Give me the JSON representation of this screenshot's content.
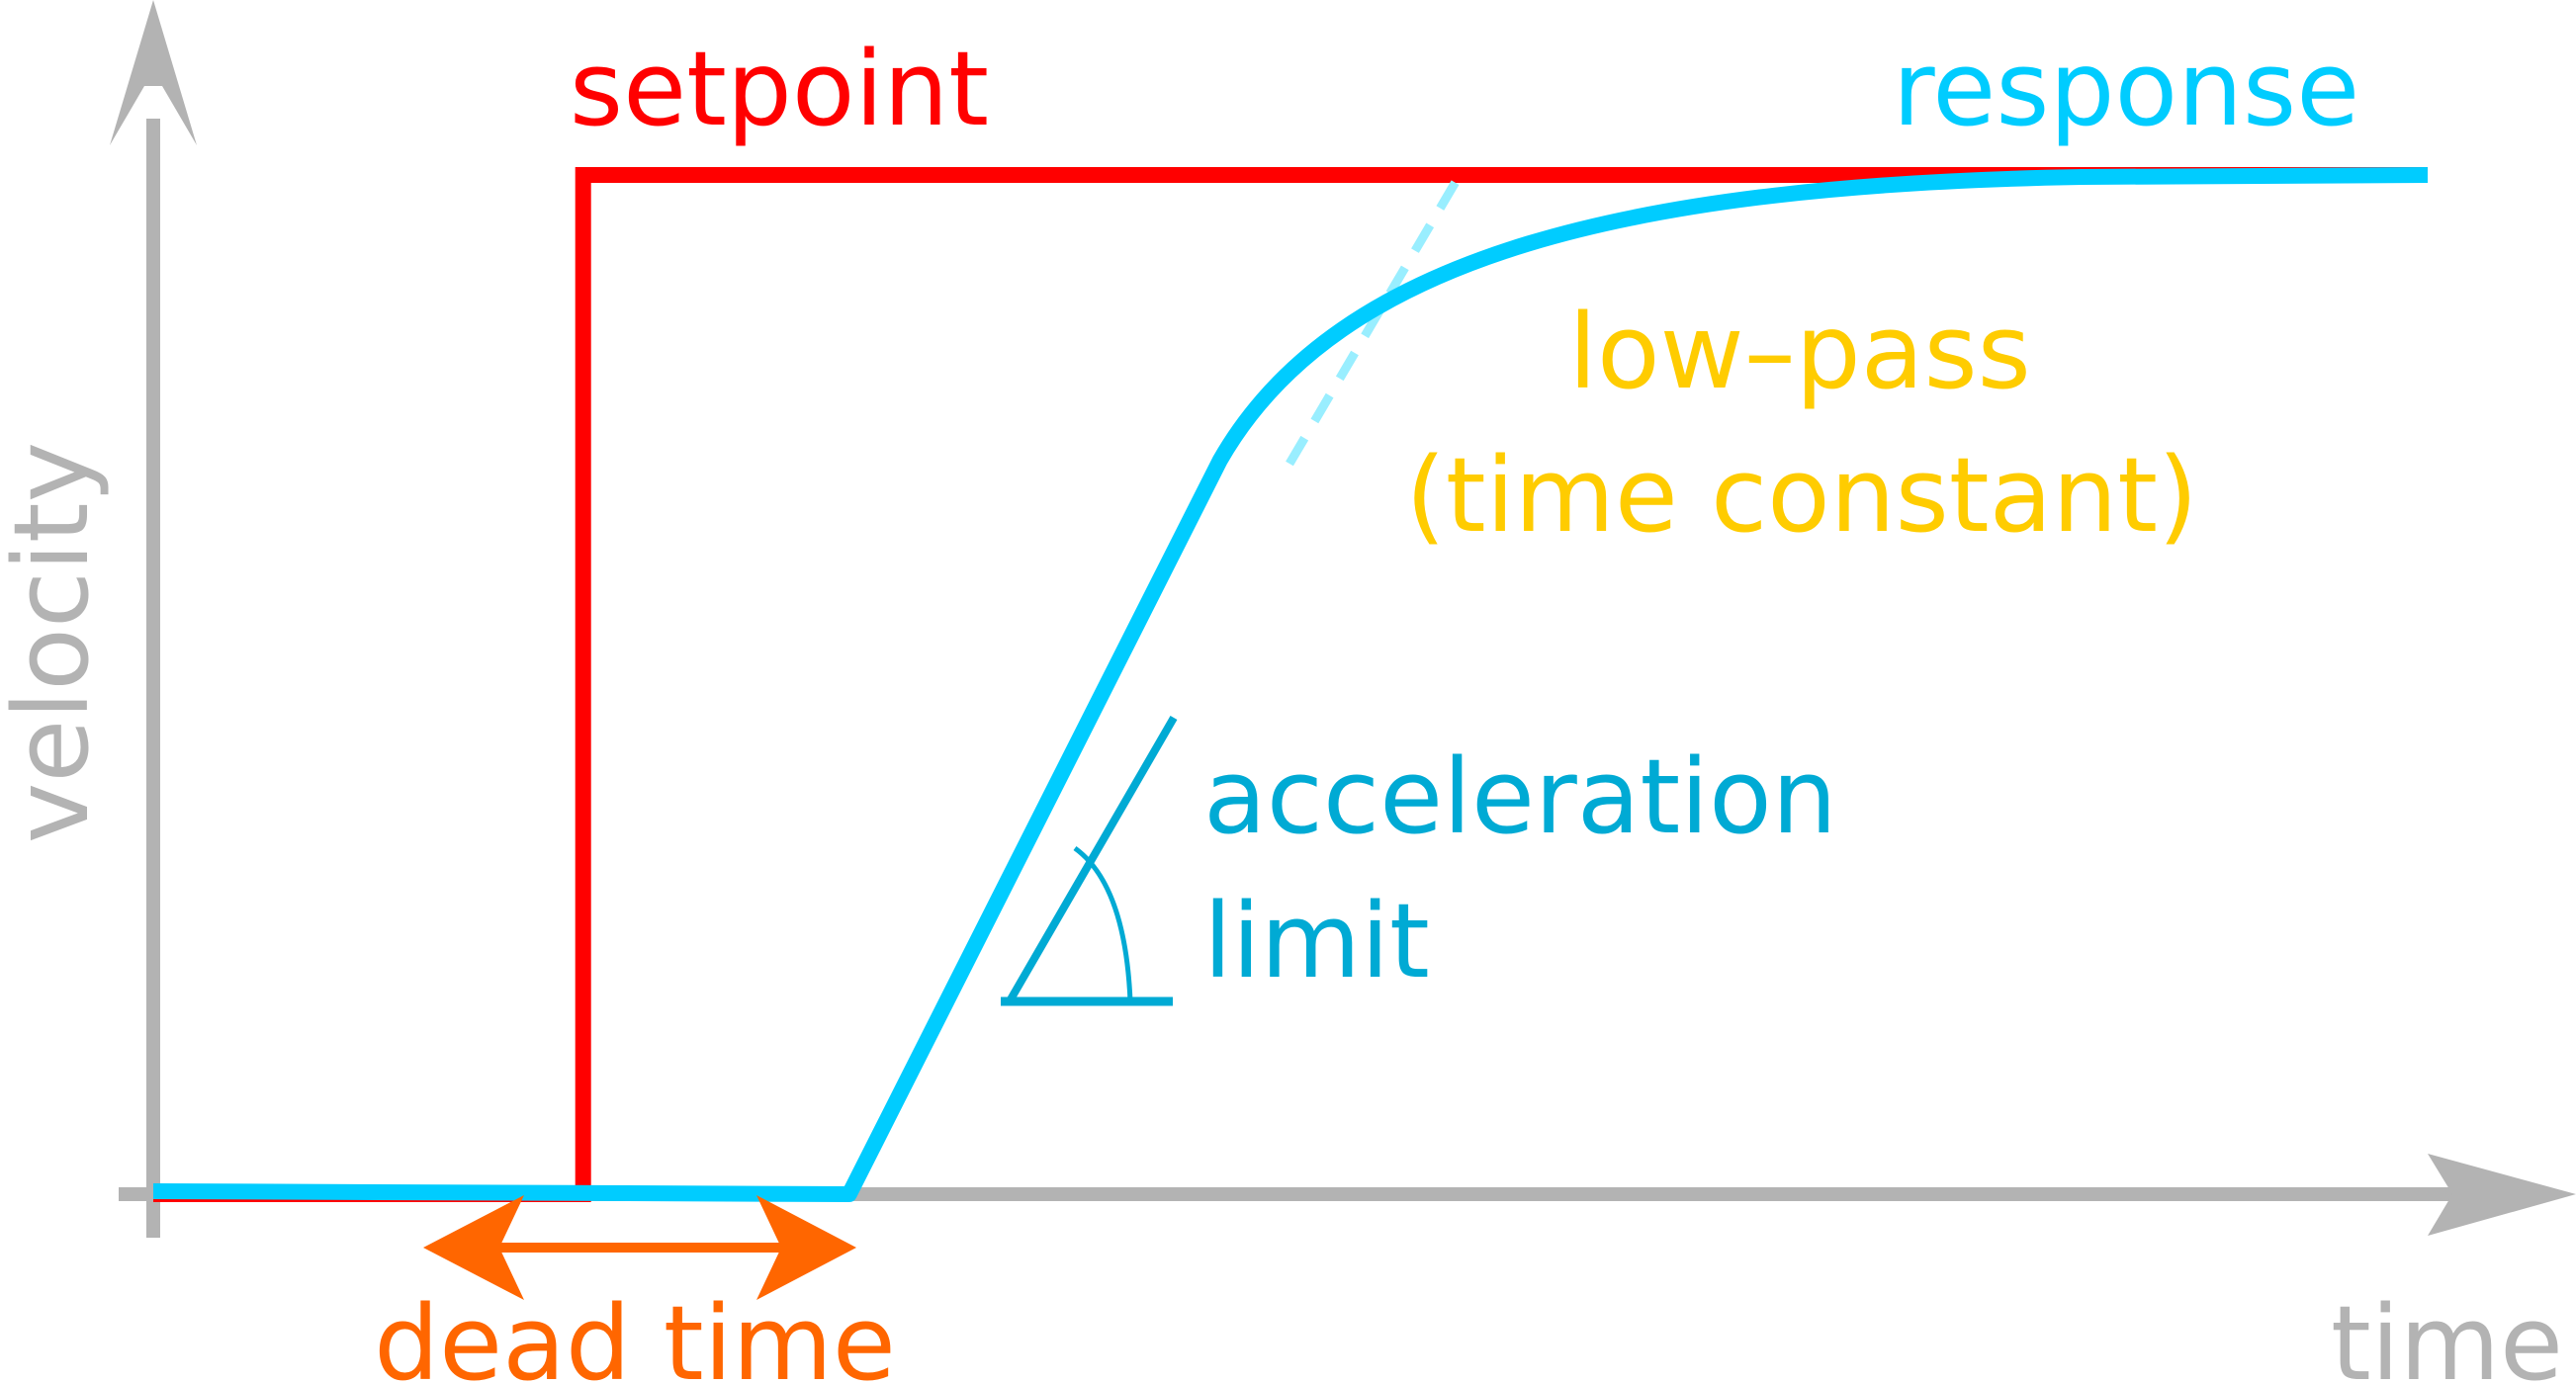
{
  "title": "Velocity controller step response",
  "axes": {
    "y_label": "velocity",
    "x_label": "time",
    "color": "#b3b3b3"
  },
  "labels": {
    "setpoint": "setpoint",
    "response": "response",
    "lowpass_line1": "low–pass",
    "lowpass_line2": "(time constant)",
    "accel_line1": "acceleration",
    "accel_line2": "limit",
    "dead_time": "dead time"
  },
  "colors": {
    "setpoint": "#ff0000",
    "response": "#00ccff",
    "response_dashed": "#99eeff",
    "lowpass": "#ffcc00",
    "acceleration": "#00aad4",
    "dead_time": "#ff6600"
  },
  "chart_data": {
    "type": "line",
    "title": "",
    "xlabel": "time",
    "ylabel": "velocity",
    "xlim": [
      0,
      1
    ],
    "ylim": [
      0,
      1
    ],
    "grid": false,
    "series": [
      {
        "name": "setpoint",
        "points": [
          [
            0,
            0
          ],
          [
            0.189,
            0
          ],
          [
            0.189,
            1
          ],
          [
            1,
            1
          ]
        ]
      },
      {
        "name": "response",
        "dead_time_end": 0.306,
        "ramp_end": [
          0.469,
          0.72
        ],
        "final_value": 1,
        "end_x": 1
      }
    ],
    "annotations": [
      "dead time",
      "acceleration limit",
      "low–pass (time constant)"
    ]
  }
}
